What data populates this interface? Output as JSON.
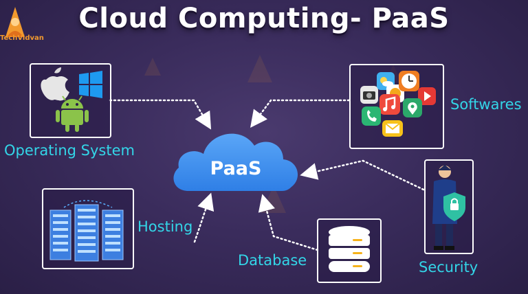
{
  "title": "Cloud Computing- PaaS",
  "logo": {
    "text": "TechVidvan"
  },
  "center": {
    "label": "PaaS"
  },
  "nodes": {
    "operating_system": {
      "label": "Operating System"
    },
    "softwares": {
      "label": "Softwares"
    },
    "hosting": {
      "label": "Hosting"
    },
    "database": {
      "label": "Database"
    },
    "security": {
      "label": "Security"
    }
  },
  "colors": {
    "background": "#3a2c5c",
    "label_text": "#33d6e8",
    "cloud": "#3d8ef0",
    "panel_border": "#ffffff"
  }
}
